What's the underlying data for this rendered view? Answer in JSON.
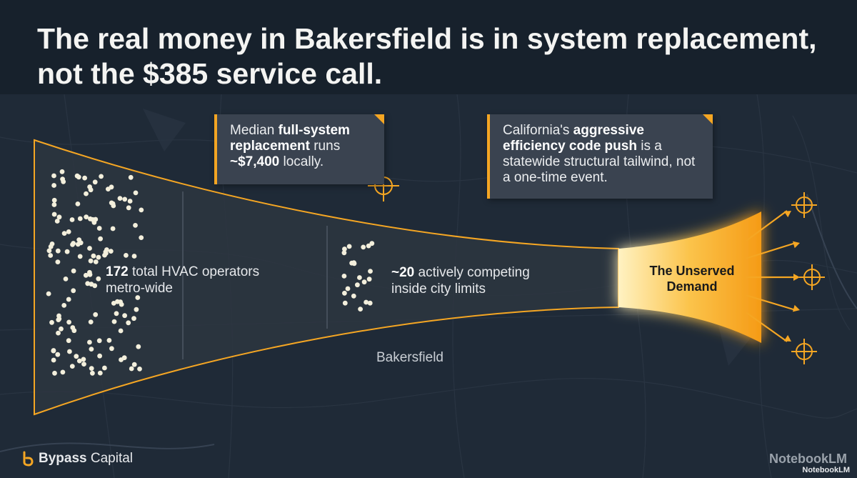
{
  "title": "The real money in Bakersfield is in system replacement, not the $385 service call.",
  "stages": {
    "metro": {
      "count": "172",
      "text": " total HVAC operators metro-wide"
    },
    "city": {
      "count": "~20",
      "text": " actively competing inside city limits"
    },
    "unserved": {
      "label": "The Unserved Demand"
    }
  },
  "callouts": {
    "replacement": {
      "pre": "Median ",
      "bold1": "full-system replacement",
      "mid": " runs ",
      "bold2": "~$7,400",
      "post": " locally."
    },
    "policy": {
      "pre": "California's ",
      "bold": "aggressive efficiency code push",
      "post": " is a statewide structural tailwind, not a one-time event."
    }
  },
  "map": {
    "city_label": "Bakersfield"
  },
  "branding": {
    "company_bold": "Bypass",
    "company_rest": " Capital",
    "watermark": "NotebookLM",
    "watermark_small": "NotebookLM"
  },
  "colors": {
    "background": "#1f2a37",
    "header": "#17212c",
    "accent": "#f5a623",
    "funnel_fill": "#2c3540",
    "dot": "#f3efdc"
  },
  "icons": [
    "crosshair-icon",
    "arrow-icon",
    "bypass-logo-icon"
  ]
}
